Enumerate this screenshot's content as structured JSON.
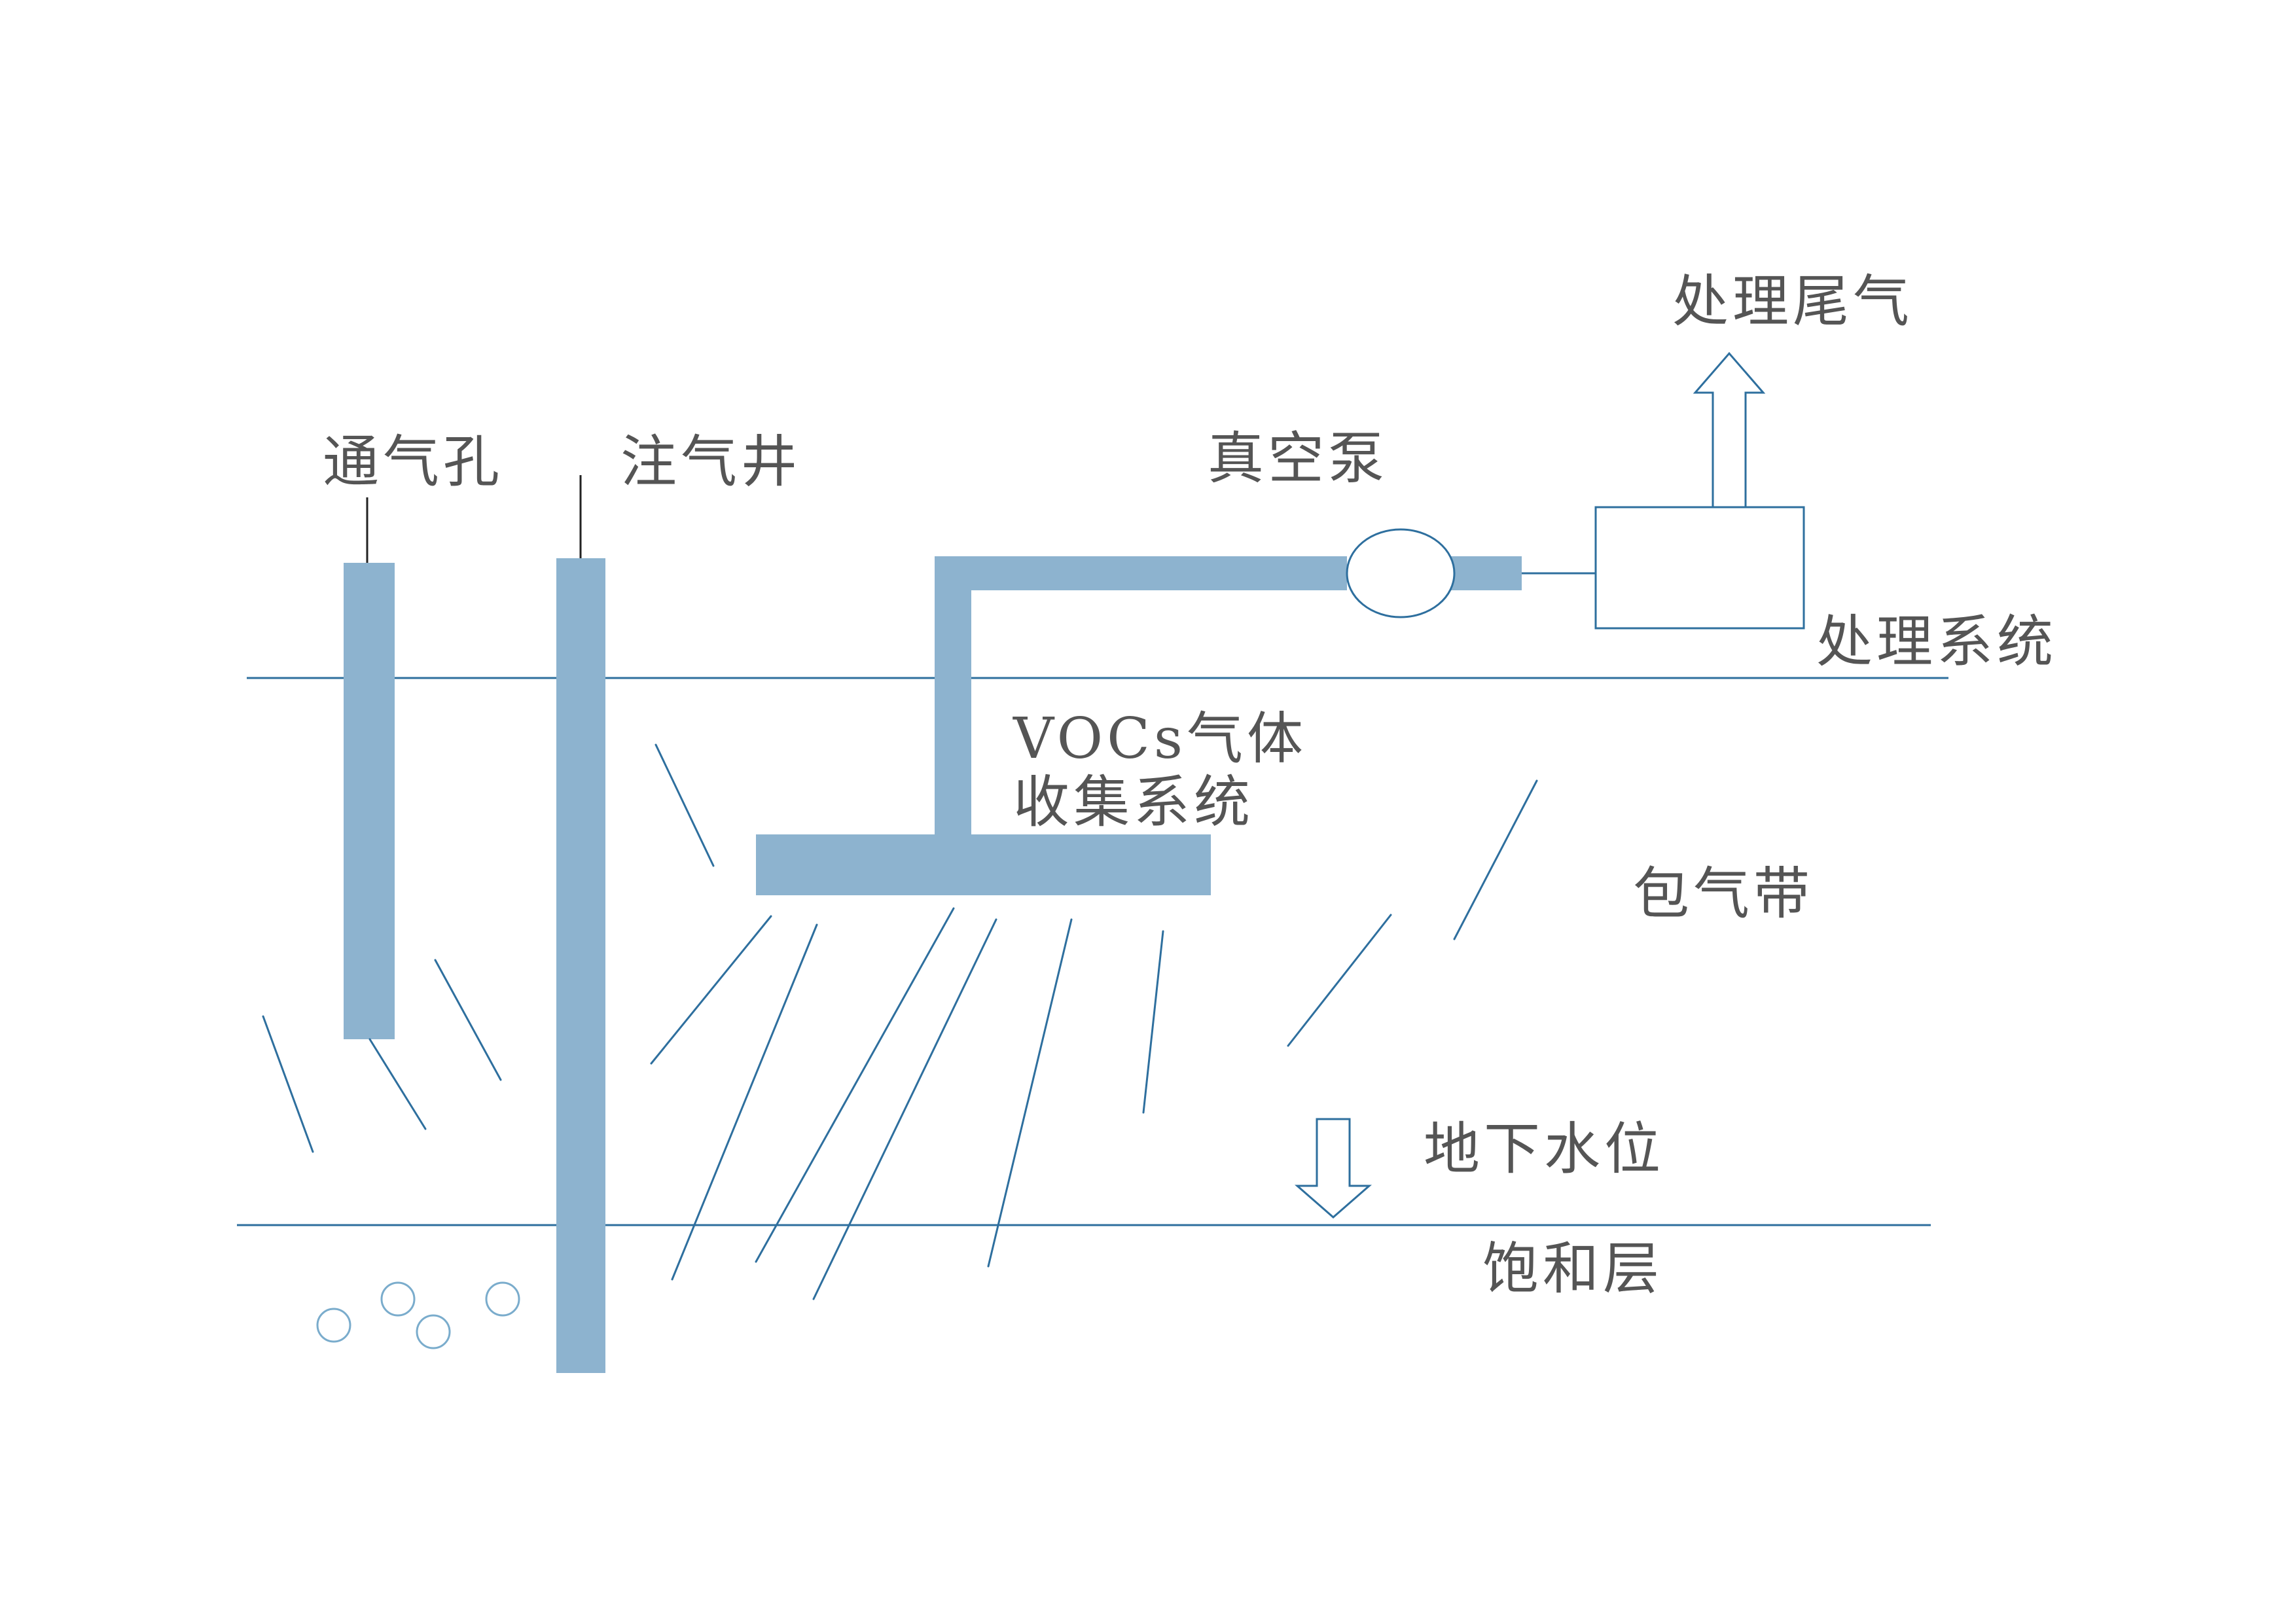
{
  "labels": {
    "vent_hole": "通气孔",
    "injection_well": "注气井",
    "vacuum_pump": "真空泵",
    "treated_exhaust": "处理尾气",
    "treatment_system": "处理系统",
    "voc_collection_line1": "VOCs气体",
    "voc_collection_line2": "收集系统",
    "vadose_zone": "包气带",
    "groundwater_level": "地下水位",
    "saturated_zone": "饱和层"
  },
  "colors": {
    "pipe": "#8db3cf",
    "line": "#2e6f9e",
    "bubble": "#7aaccc",
    "text": "#555555",
    "leader": "#222222"
  }
}
